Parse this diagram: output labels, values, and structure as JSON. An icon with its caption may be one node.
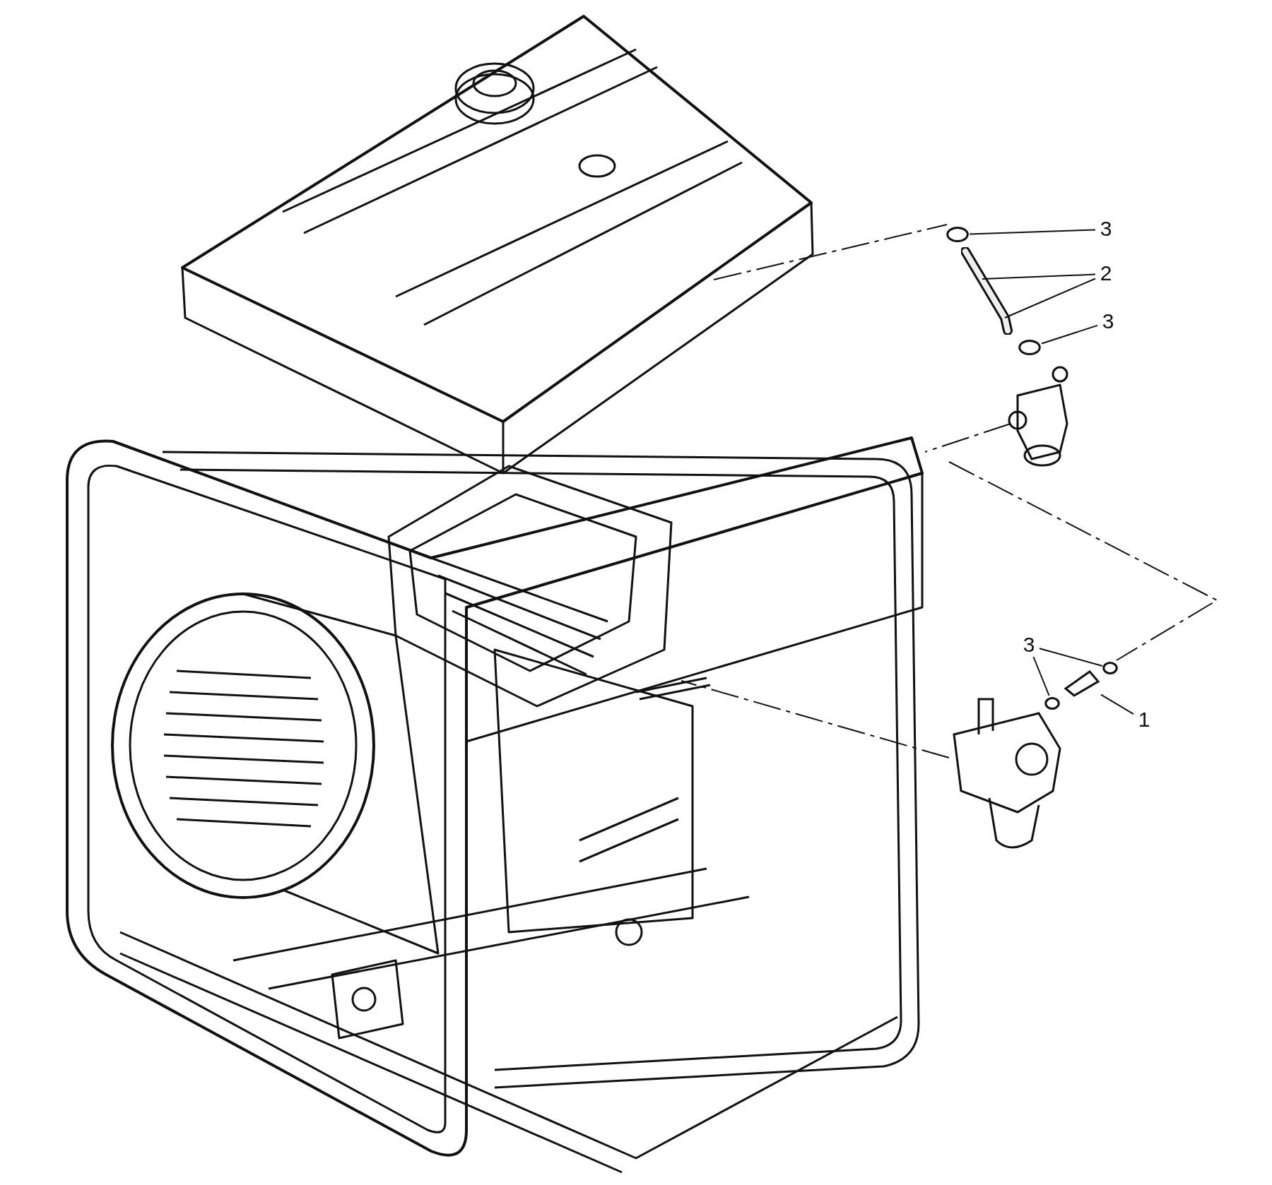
{
  "diagram": {
    "nodes": [
      {
        "text": [
          "3"
        ]
      },
      {
        "text": [],
        "shape": "circle"
      },
      {
        "text": [
          "2"
        ]
      },
      {
        "text": [],
        "shape": "picture"
      },
      {
        "text": [
          "3"
        ]
      },
      {
        "text": [],
        "shape": "circle"
      },
      {
        "text": [
          "3"
        ]
      },
      {
        "text": [],
        "shape": "circle"
      },
      {
        "text": [],
        "shape": "circle"
      },
      {
        "text": [
          "1"
        ]
      },
      {
        "text": [],
        "shape": "picture"
      }
    ],
    "edges": [
      {
        "from": 0,
        "to": 1,
        "arrow": "none"
      },
      {
        "from": 2,
        "to": 3,
        "arrow": "none"
      },
      {
        "from": 2,
        "to": 3,
        "arrow": "none"
      },
      {
        "from": 4,
        "to": 5,
        "arrow": "none"
      },
      {
        "from": 6,
        "to": 7,
        "arrow": "none"
      },
      {
        "from": 6,
        "to": 8,
        "arrow": "none"
      },
      {
        "from": 9,
        "to": 10,
        "arrow": "none"
      }
    ]
  }
}
